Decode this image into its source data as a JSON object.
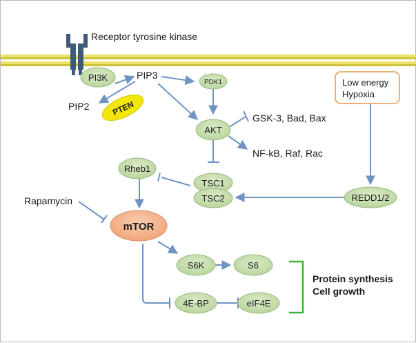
{
  "receptor": {
    "label": "Receptor tyrosine kinase"
  },
  "nodes": {
    "pi3k": "PI3K",
    "pip3": "PIP3",
    "pip2": "PIP2",
    "pten": "PTEN",
    "pdk1": "PDK1",
    "akt": "AKT",
    "gsk": "GSK-3, Bad, Bax",
    "nfkb": "NF-kB, Raf, Rac",
    "rheb1": "Rheb1",
    "tsc1": "TSC1",
    "tsc2": "TSC2",
    "redd": "REDD1/2",
    "rapamycin": "Rapamycin",
    "mtor": "mTOR",
    "s6k": "S6K",
    "s6": "S6",
    "ebp": "4E-BP",
    "eif4e": "eIF4E"
  },
  "stress_box": {
    "line1": "Low energy",
    "line2": "Hypoxia"
  },
  "outcome": {
    "line1": "Protein synthesis",
    "line2": "Cell growth"
  },
  "colors": {
    "node_fill": "#c9e0b2",
    "node_stroke": "#9ab985",
    "arrow": "#6f93c2",
    "membrane": "#e8d84a",
    "receptor": "#3d5a78",
    "pten_fill": "#f2e60a",
    "mtor_fill": "#f5b58e",
    "stress_border": "#e8944a",
    "bracket": "#3ab53a"
  }
}
